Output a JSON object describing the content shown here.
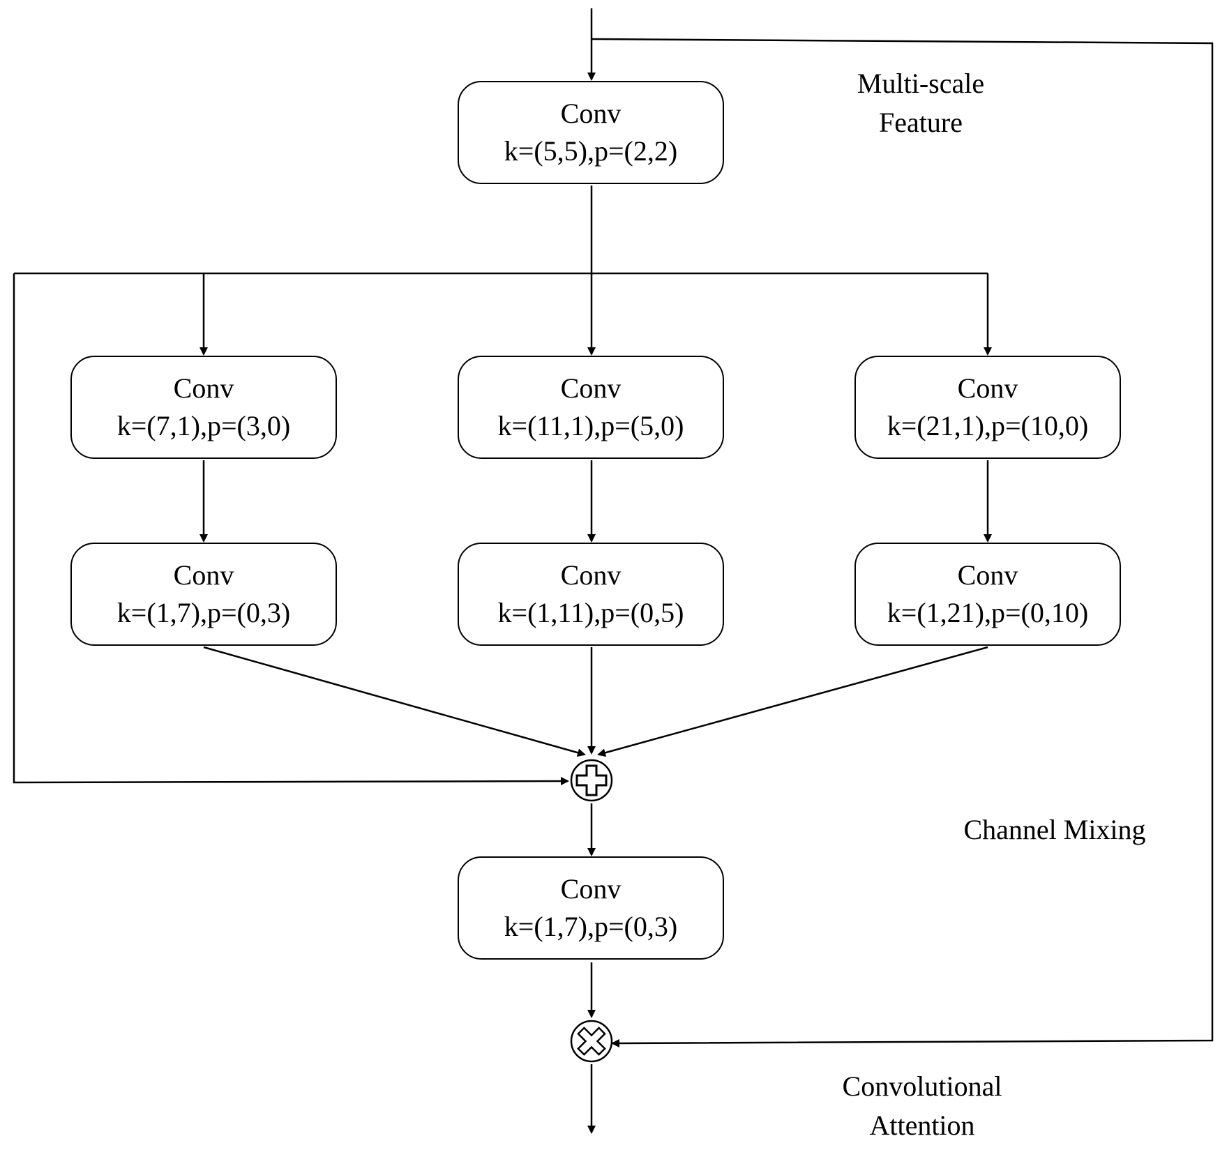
{
  "blocks": {
    "top": {
      "title": "Conv",
      "params": "k=(5,5),p=(2,2)"
    },
    "left_1": {
      "title": "Conv",
      "params": "k=(7,1),p=(3,0)"
    },
    "mid_1": {
      "title": "Conv",
      "params": "k=(11,1),p=(5,0)"
    },
    "right_1": {
      "title": "Conv",
      "params": "k=(21,1),p=(10,0)"
    },
    "left_2": {
      "title": "Conv",
      "params": "k=(1,7),p=(0,3)"
    },
    "mid_2": {
      "title": "Conv",
      "params": "k=(1,11),p=(0,5)"
    },
    "right_2": {
      "title": "Conv",
      "params": "k=(1,21),p=(0,10)"
    },
    "bottom": {
      "title": "Conv",
      "params": "k=(1,7),p=(0,3)"
    }
  },
  "labels": {
    "multiscale_line1": "Multi-scale",
    "multiscale_line2": "Feature",
    "channel_mixing": "Channel Mixing",
    "conv_attention_line1": "Convolutional",
    "conv_attention_line2": "Attention"
  },
  "operators": {
    "sum": "add-operator",
    "product": "multiply-operator"
  }
}
